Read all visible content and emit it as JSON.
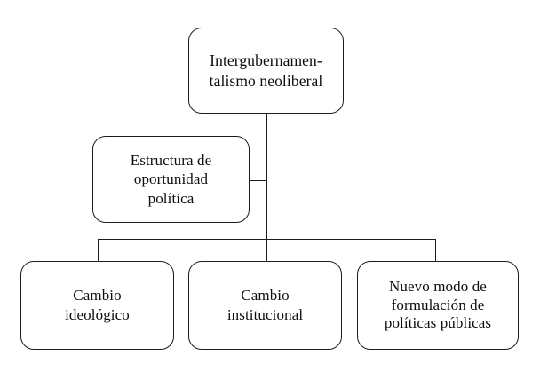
{
  "diagram": {
    "type": "hierarchy-flowchart",
    "title": "",
    "language": "es",
    "stroke_color": "#1b1b1b",
    "background_color": "#ffffff",
    "text_color": "#0d0d0d",
    "nodes": {
      "root": {
        "label": "Intergubernamen-\ntalismo neoliberal",
        "role": "root-concept"
      },
      "structure": {
        "label": "Estructura de\noportunidad\npolítica",
        "role": "mediating-concept"
      },
      "ideological": {
        "label": "Cambio\nideológico",
        "role": "outcome"
      },
      "institutional": {
        "label": "Cambio\ninstitucional",
        "role": "outcome"
      },
      "policy": {
        "label": "Nuevo modo de\nformulación de\npolíticas públicas",
        "role": "outcome"
      }
    },
    "connectors": [
      {
        "name": "root-to-bus",
        "from": "root",
        "to": "bottom-bus",
        "style": "solid"
      },
      {
        "name": "trunk-to-structure",
        "from": "trunk",
        "to": "structure",
        "style": "solid"
      },
      {
        "name": "bus-to-ideological",
        "from": "bottom-bus",
        "to": "ideological",
        "style": "solid"
      },
      {
        "name": "bus-to-institutional",
        "from": "bottom-bus",
        "to": "institutional",
        "style": "solid"
      },
      {
        "name": "bus-to-policy",
        "from": "bottom-bus",
        "to": "policy",
        "style": "solid"
      }
    ]
  }
}
